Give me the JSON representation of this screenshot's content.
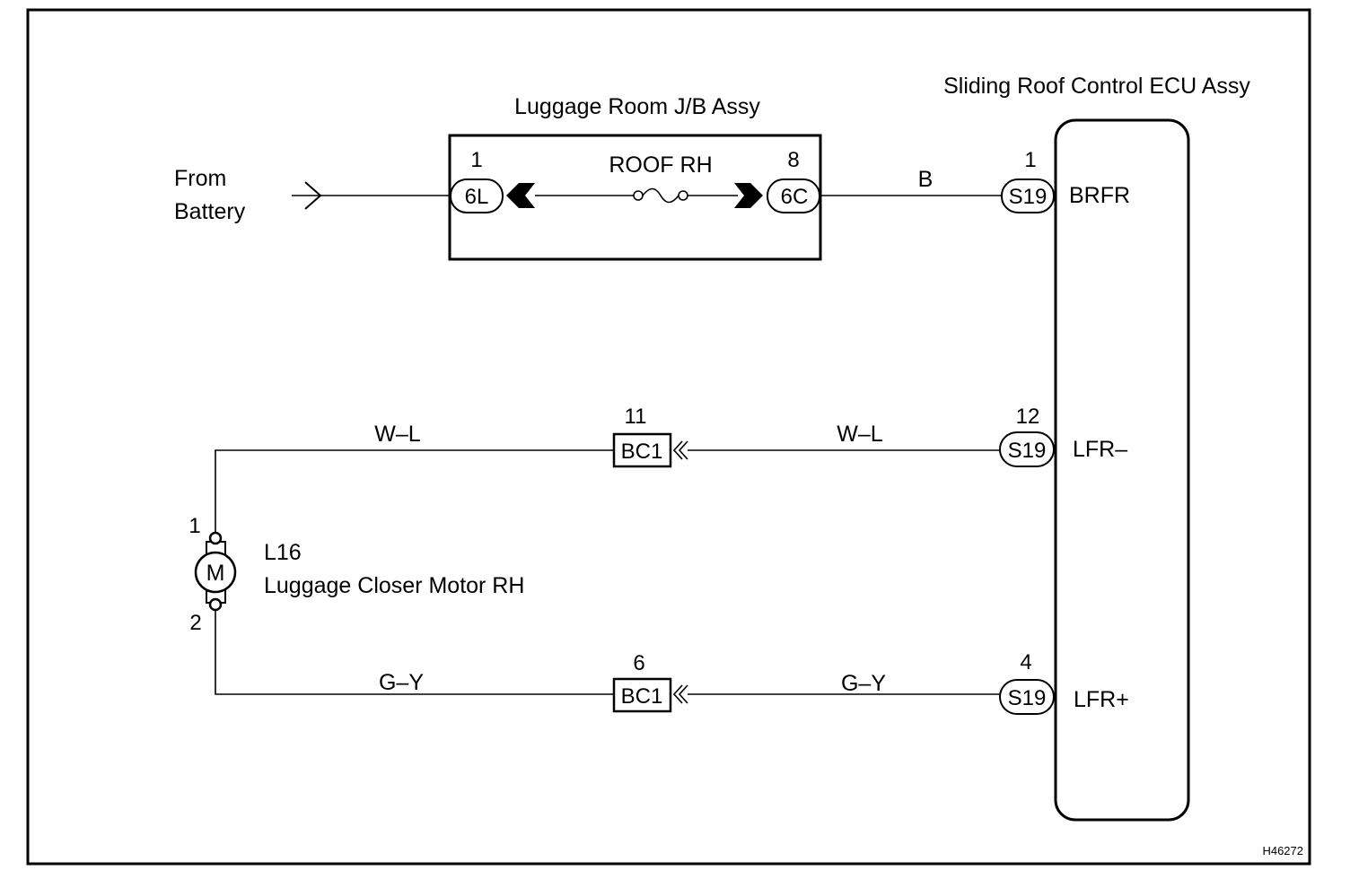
{
  "figure_id": "H46272",
  "ecu": {
    "title": "Sliding Roof Control ECU Assy",
    "connector": "S19",
    "pins": [
      {
        "num": "1",
        "name": "BRFR"
      },
      {
        "num": "12",
        "name": "LFR–"
      },
      {
        "num": "4",
        "name": "LFR+"
      }
    ]
  },
  "junction_block": {
    "title": "Luggage Room J/B Assy",
    "fuse_label": "ROOF RH",
    "left": {
      "pin": "1",
      "connector": "6L"
    },
    "right": {
      "pin": "8",
      "connector": "6C"
    }
  },
  "source": {
    "line1": "From",
    "line2": "Battery"
  },
  "wires": {
    "battery_feed": "B",
    "motor_minus": "W–L",
    "motor_plus": "G–Y"
  },
  "junction_connector": {
    "name": "BC1",
    "upper_pin": "11",
    "lower_pin": "6"
  },
  "motor": {
    "code": "L16",
    "name": "Luggage Closer Motor RH",
    "symbol": "M",
    "pin_top": "1",
    "pin_bottom": "2"
  }
}
